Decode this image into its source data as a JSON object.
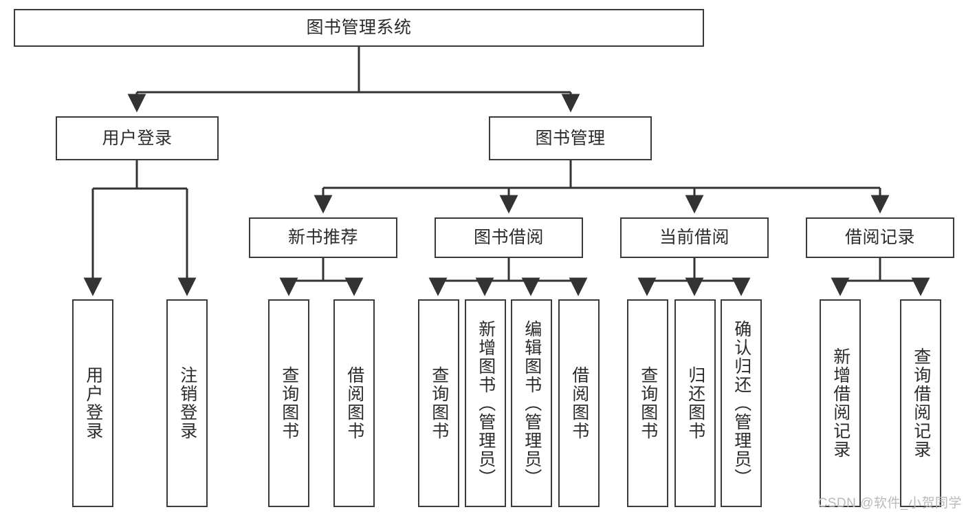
{
  "diagram": {
    "title": "图书管理系统",
    "type": "tree-hierarchy",
    "root": {
      "label": "图书管理系统"
    },
    "level2": [
      {
        "label": "用户登录"
      },
      {
        "label": "图书管理"
      }
    ],
    "level3": [
      {
        "label": "新书推荐"
      },
      {
        "label": "图书借阅"
      },
      {
        "label": "当前借阅"
      },
      {
        "label": "借阅记录"
      }
    ],
    "leaves": {
      "user_login": [
        {
          "label": "用户登录"
        },
        {
          "label": "注销登录"
        }
      ],
      "new_book_recommend": [
        {
          "label": "查询图书"
        },
        {
          "label": "借阅图书"
        }
      ],
      "book_borrow": [
        {
          "label": "查询图书"
        },
        {
          "label": "新增图书（管理员）"
        },
        {
          "label": "编辑图书（管理员）"
        },
        {
          "label": "借阅图书"
        }
      ],
      "current_borrow": [
        {
          "label": "查询图书"
        },
        {
          "label": "归还图书"
        },
        {
          "label": "确认归还（管理员）"
        }
      ],
      "borrow_record": [
        {
          "label": "新增借阅记录"
        },
        {
          "label": "查询借阅记录"
        }
      ]
    }
  },
  "watermark": {
    "text": "CSDN @软件_小贺同学"
  },
  "colors": {
    "box_border": "#3a3a3a",
    "box_fill": "#ffffff",
    "text": "#2b2b2b",
    "connector": "#333333",
    "watermark": "#b9b9b9"
  }
}
